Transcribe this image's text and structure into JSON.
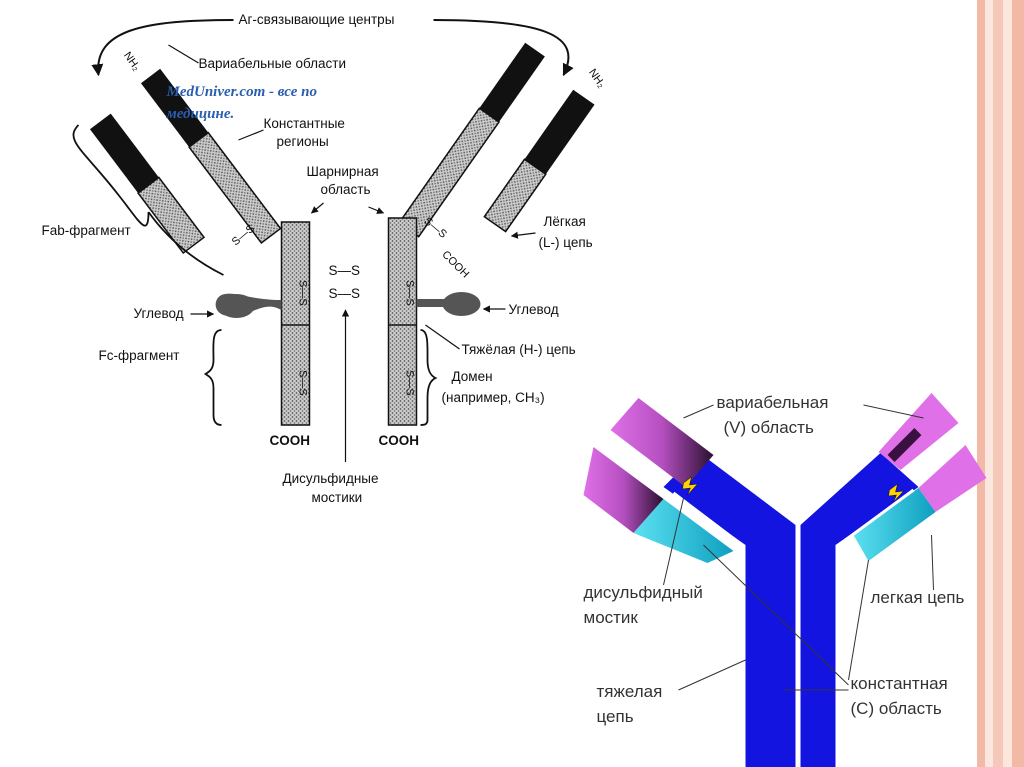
{
  "colors": {
    "border_stripes": [
      "#f3b9a7",
      "#fbe7e0",
      "#f6c8b9",
      "#fde6dc"
    ],
    "heavy_blue": "#1414e0",
    "variable_magenta": "#d14fd6",
    "light_chain_cyan": "#1cc4dc",
    "hatch_gray": "#9a9a9a",
    "variable_black": "#111111",
    "disulfide_yellow": "#ffd400"
  },
  "diagram_top": {
    "ag_binding": "Аг-связывающие центры",
    "variable_regions": "Вариабельные области",
    "watermark_1": "MedUniver.com - все по",
    "watermark_2": "медицине.",
    "constant_regions_1": "Константные",
    "constant_regions_2": "регионы",
    "hinge_1": "Шарнирная",
    "hinge_2": "область",
    "nh2_left": "NH₂",
    "nh2_right": "NH₂",
    "fab": "Fab-фрагмент",
    "light_chain_1": "Лёгкая",
    "light_chain_2": "(L-) цепь",
    "cooh_light": "COOH",
    "ss_label": "S—S",
    "carb_left": "Углевод",
    "carb_right": "Углевод",
    "fc": "Fc-фрагмент",
    "heavy_chain": "Тяжёлая (Н-) цепь",
    "domain_1": "Домен",
    "domain_2": "(например, СН₃)",
    "cooh_left": "COOH",
    "cooh_right": "COOH",
    "disulfide_1": "Дисульфидные",
    "disulfide_2": "мостики"
  },
  "diagram_bottom": {
    "variable_1": "вариабельная",
    "variable_2": "(V) область",
    "disulfide_1": "дисульфидный",
    "disulfide_2": "мостик",
    "light_chain": "легкая цепь",
    "heavy_1": "тяжелая",
    "heavy_2": "цепь",
    "constant_1": "константная",
    "constant_2": "(С) область"
  }
}
